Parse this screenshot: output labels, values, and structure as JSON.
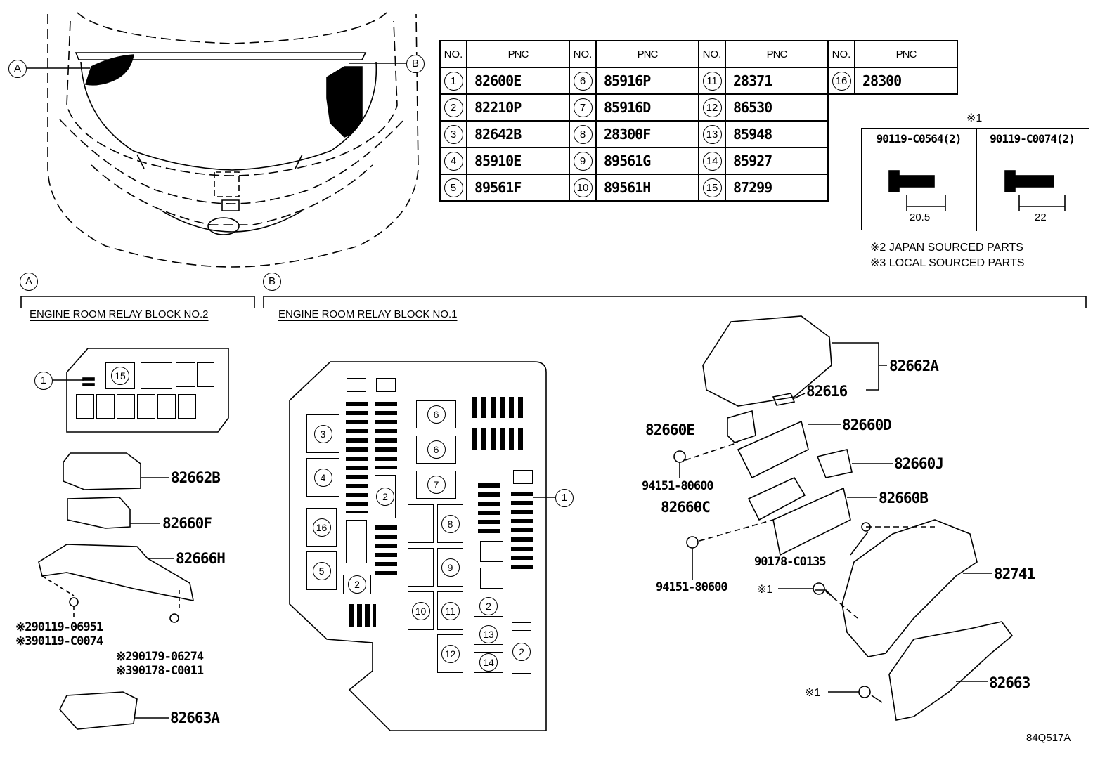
{
  "pnc_table": {
    "header_no": "NO.",
    "header_pnc": "PNC",
    "rows": [
      [
        {
          "no": "1",
          "pnc": "82600E"
        },
        {
          "no": "6",
          "pnc": "85916P"
        },
        {
          "no": "11",
          "pnc": "28371"
        },
        {
          "no": "16",
          "pnc": "28300"
        }
      ],
      [
        {
          "no": "2",
          "pnc": "82210P"
        },
        {
          "no": "7",
          "pnc": "85916D"
        },
        {
          "no": "12",
          "pnc": "86530"
        }
      ],
      [
        {
          "no": "3",
          "pnc": "82642B"
        },
        {
          "no": "8",
          "pnc": "28300F"
        },
        {
          "no": "13",
          "pnc": "85948"
        }
      ],
      [
        {
          "no": "4",
          "pnc": "85910E"
        },
        {
          "no": "9",
          "pnc": "89561G"
        },
        {
          "no": "14",
          "pnc": "85927"
        }
      ],
      [
        {
          "no": "5",
          "pnc": "89561F"
        },
        {
          "no": "10",
          "pnc": "89561H"
        },
        {
          "no": "15",
          "pnc": "87299"
        }
      ]
    ]
  },
  "bolt_table": {
    "mark": "※1",
    "left_part": "90119-C0564(2)",
    "right_part": "90119-C0074(2)",
    "left_dim": "20.5",
    "right_dim": "22"
  },
  "notes": {
    "japan": "※2 JAPAN SOURCED PARTS",
    "local": "※3 LOCAL SOURCED PARTS"
  },
  "callouts": {
    "a": "A",
    "b": "B"
  },
  "sections": {
    "a_title": "ENGINE ROOM RELAY BLOCK NO.2",
    "b_title": "ENGINE ROOM RELAY BLOCK NO.1"
  },
  "block_a": {
    "fuse_1": "1",
    "fuse_15": "15",
    "parts": {
      "p82662B": "82662B",
      "p82660F": "82660F",
      "p82666H": "82666H",
      "p82663A": "82663A",
      "bolt_j": "※290119-06951",
      "bolt_l": "※390119-C0074",
      "nut_j": "※290179-06274",
      "nut_l": "※390178-C0011"
    }
  },
  "block_b": {
    "fuses": {
      "f3": "3",
      "f4": "4",
      "f16": "16",
      "f5": "5",
      "f2a": "2",
      "f2b": "2",
      "f6a": "6",
      "f6b": "6",
      "f7": "7",
      "f8": "8",
      "f9": "9",
      "f10": "10",
      "f11": "11",
      "f12": "12",
      "f2c": "2",
      "f13": "13",
      "f14": "14",
      "f2d": "2",
      "f1": "1"
    }
  },
  "exploded": {
    "p82662A": "82662A",
    "p82616": "82616",
    "p82660E": "82660E",
    "p82660D": "82660D",
    "p82660J": "82660J",
    "p94151a": "94151-80600",
    "p82660C": "82660C",
    "p82660B": "82660B",
    "p90178": "90178-C0135",
    "p94151b": "94151-80600",
    "p82741": "82741",
    "p82663": "82663",
    "s1a": "※1",
    "s1b": "※1"
  },
  "figure_code": "84Q517A"
}
